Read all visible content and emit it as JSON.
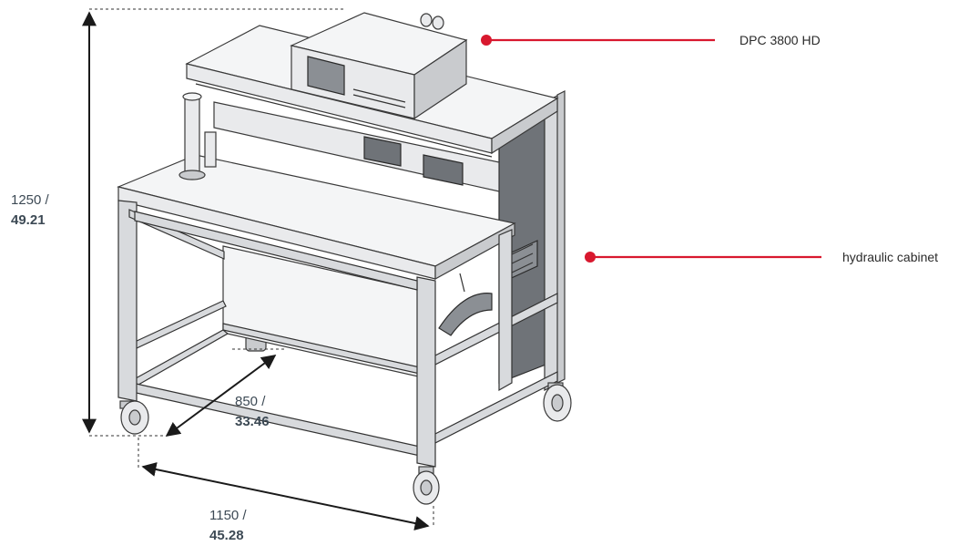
{
  "dimensions": {
    "height": {
      "mm": "1250 /",
      "inch": "49.21"
    },
    "depth": {
      "mm": "850 /",
      "inch": "33.46"
    },
    "width": {
      "mm": "1150 /",
      "inch": "45.28"
    }
  },
  "callouts": [
    {
      "label": "DPC 3800 HD"
    },
    {
      "label": "hydraulic cabinet"
    }
  ],
  "colors": {
    "accent": "#d8182e",
    "dimension_text": "#3d4a55"
  }
}
